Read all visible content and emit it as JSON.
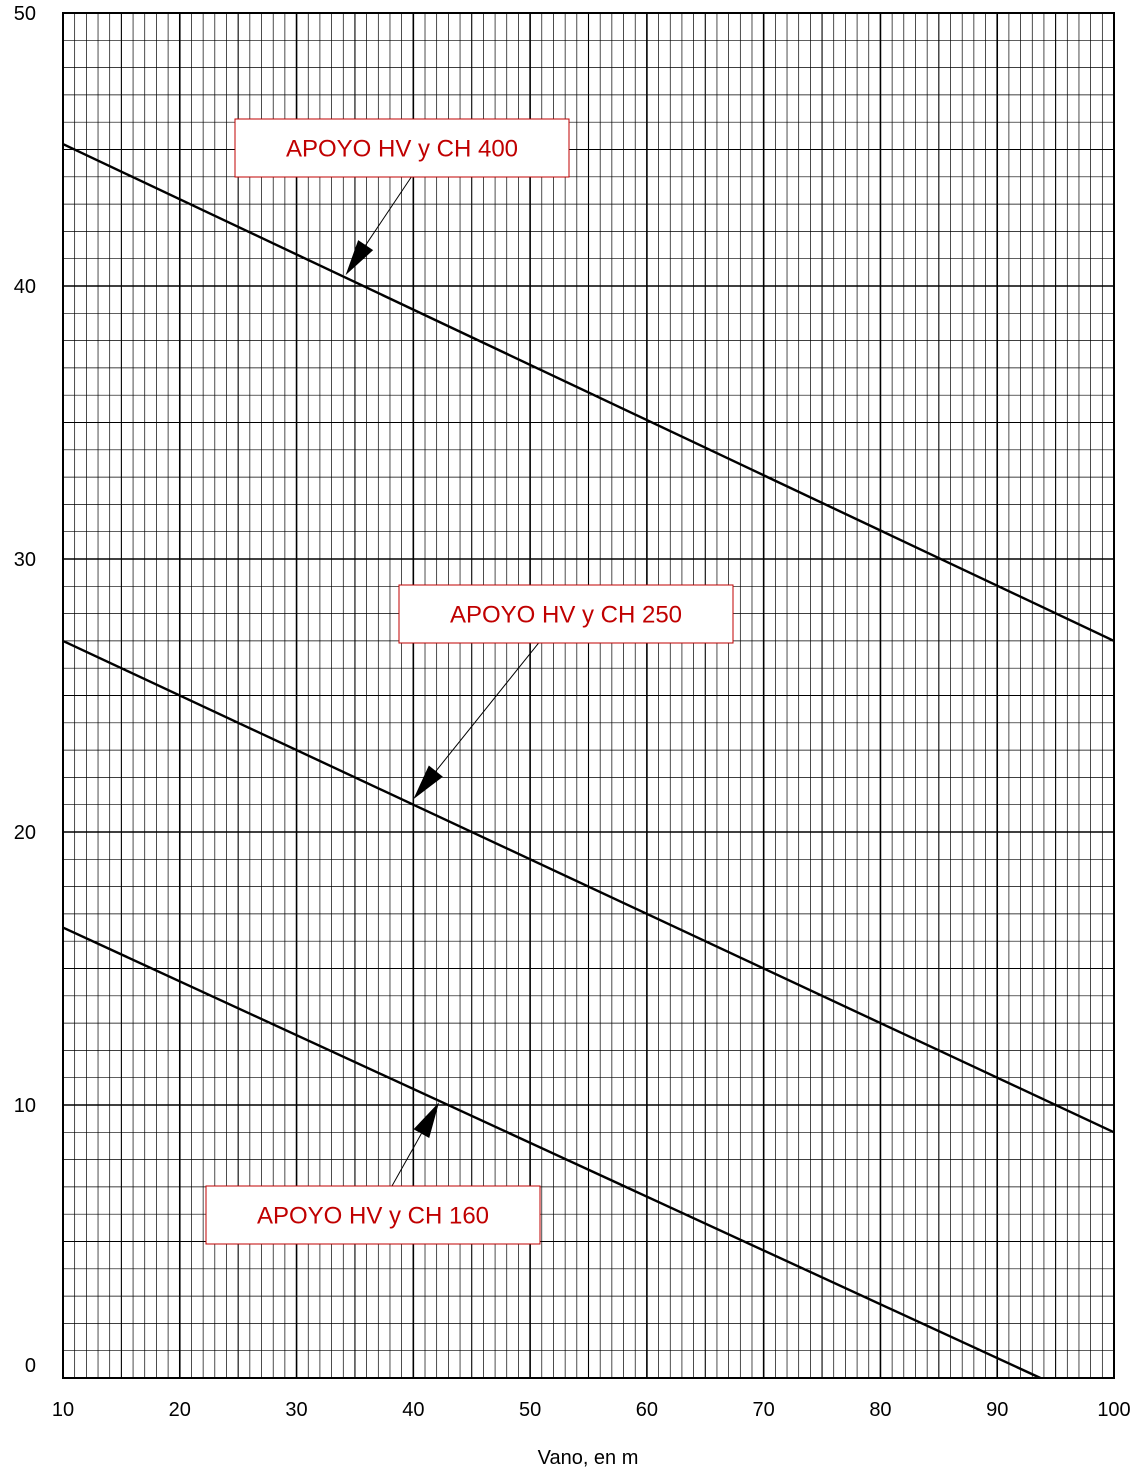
{
  "chart_data": {
    "type": "line",
    "title": "",
    "xlabel": "Vano, en m",
    "ylabel": "",
    "xlim": [
      10,
      100
    ],
    "ylim": [
      0,
      50
    ],
    "x_ticks": [
      10,
      20,
      30,
      40,
      50,
      60,
      70,
      80,
      90,
      100
    ],
    "y_ticks": [
      0,
      10,
      20,
      30,
      40,
      50
    ],
    "grid": {
      "on": true,
      "minor_x_step": 1,
      "minor_y_step": 1,
      "medium_x_step": 5,
      "medium_y_step": 5,
      "major_x_step": 10,
      "major_y_step": 10
    },
    "legend": "none",
    "series": [
      {
        "x": [
          10,
          100
        ],
        "y": [
          45.2,
          27.0
        ]
      },
      {
        "x": [
          10,
          100
        ],
        "y": [
          27.0,
          9.0
        ]
      },
      {
        "x": [
          10,
          93.7
        ],
        "y": [
          16.5,
          0
        ]
      }
    ],
    "annotations": [
      {
        "text": "APOYO HV y CH 400",
        "color": "#c00000",
        "box_border": "#c00000",
        "arrow_to": [
          34.2,
          40.4
        ],
        "arrow_from": [
          42.5,
          45.7
        ]
      },
      {
        "text": "APOYO HV y CH 250",
        "color": "#c00000",
        "box_border": "#c00000",
        "arrow_to": [
          40.0,
          21.2
        ],
        "arrow_from": [
          53.5,
          28.4
        ]
      },
      {
        "text": "APOYO HV y CH 160",
        "color": "#c00000",
        "box_border": "#c00000",
        "arrow_to": [
          42.2,
          10.1
        ],
        "arrow_from": [
          35.5,
          5.0
        ]
      }
    ],
    "line_color": "#000000"
  }
}
